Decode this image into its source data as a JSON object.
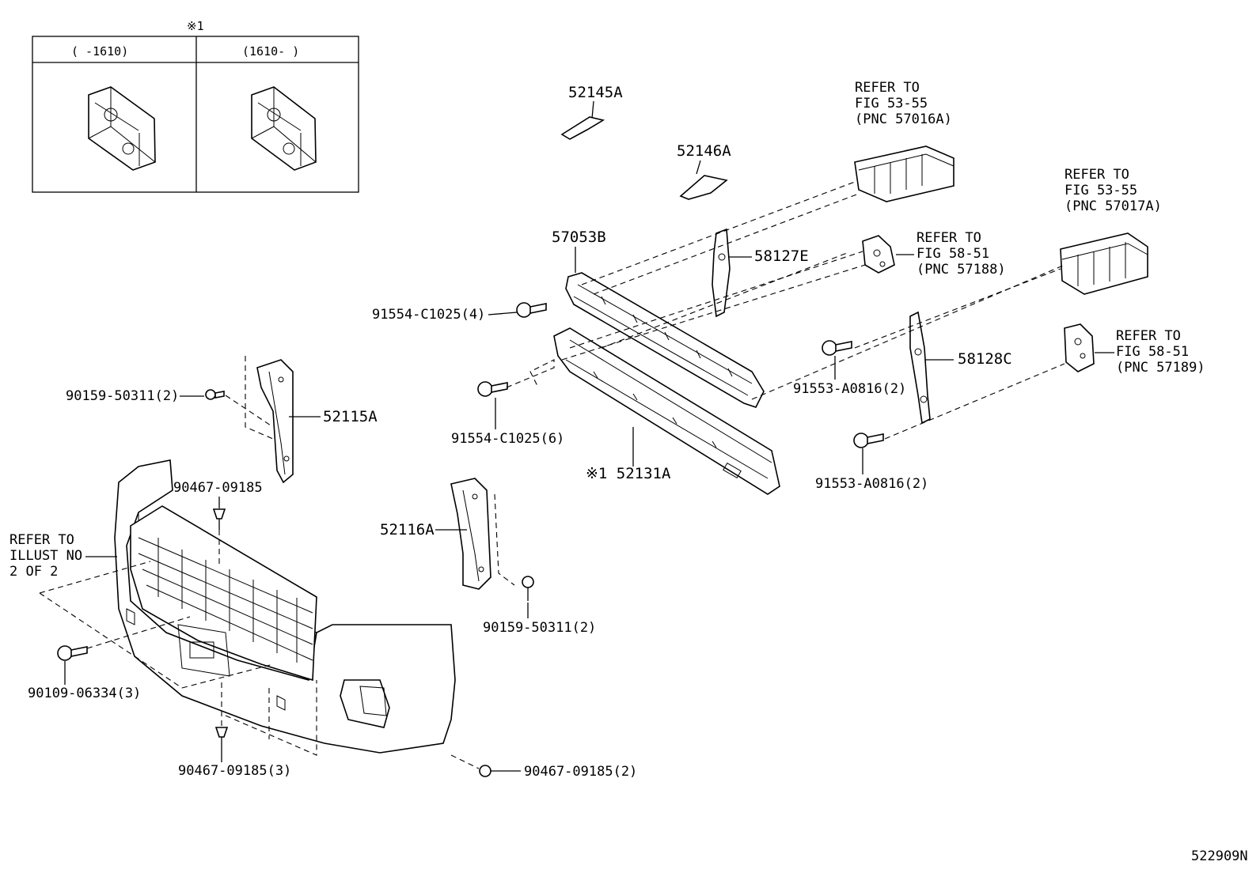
{
  "inset": {
    "note_mark": "※1",
    "col_left": "(      -1610)",
    "col_right": "(1610-      )"
  },
  "parts": {
    "p52145A": "52145A",
    "p52146A": "52146A",
    "p57053B": "57053B",
    "p58127E": "58127E",
    "p52131A": "※1 52131A",
    "p52115A": "52115A",
    "p52116A": "52116A",
    "p58128C": "58128C"
  },
  "fasteners": {
    "f91554_4": "91554-C1025(4)",
    "f91554_6": "91554-C1025(6)",
    "f90159_a": "90159-50311(2)",
    "f90159_b": "90159-50311(2)",
    "f90467_a": "90467-09185",
    "f90467_3": "90467-09185(3)",
    "f90467_2": "90467-09185(2)",
    "f90109": "90109-06334(3)",
    "f91553_a": "91553-A0816(2)",
    "f91553_b": "91553-A0816(2)"
  },
  "refs": {
    "r57016A": [
      "REFER TO",
      "FIG 53-55",
      "(PNC 57016A)"
    ],
    "r57017A": [
      "REFER TO",
      "FIG 53-55",
      "(PNC 57017A)"
    ],
    "r57188": [
      "REFER TO",
      "FIG 58-51",
      "(PNC 57188)"
    ],
    "r57189": [
      "REFER TO",
      "FIG 58-51",
      "(PNC 57189)"
    ],
    "rIllust": [
      "REFER TO",
      "ILLUST NO",
      "2 OF 2"
    ]
  },
  "diagram_id": "522909N"
}
